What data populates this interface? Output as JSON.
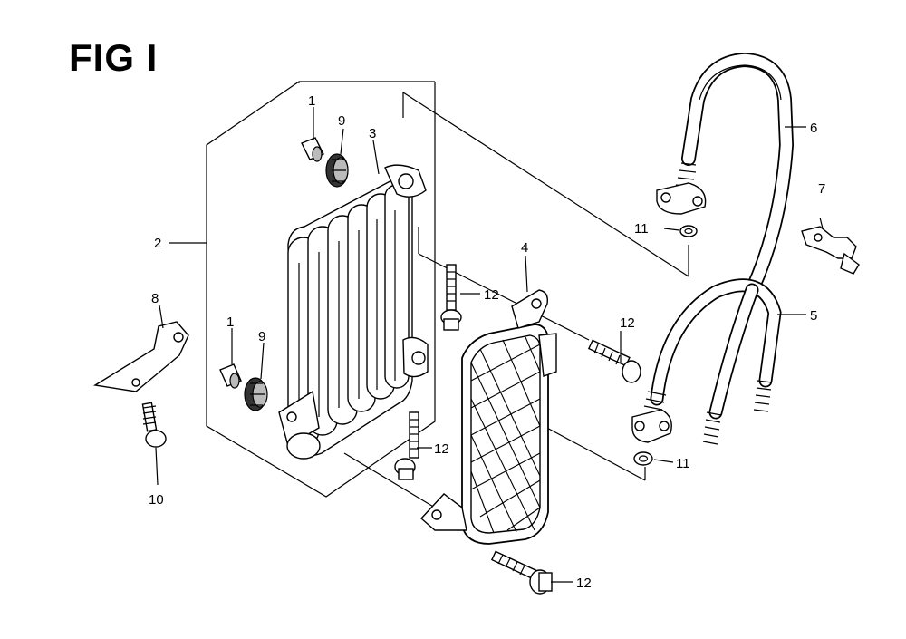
{
  "figure": {
    "title": "FIG I"
  },
  "callouts": {
    "c1a": "1",
    "c1b": "1",
    "c2": "2",
    "c3": "3",
    "c4": "4",
    "c5": "5",
    "c6": "6",
    "c7": "7",
    "c8": "8",
    "c9a": "9",
    "c9b": "9",
    "c10": "10",
    "c11a": "11",
    "c11b": "11",
    "c12a": "12",
    "c12b": "12",
    "c12c": "12",
    "c12d": "12"
  }
}
